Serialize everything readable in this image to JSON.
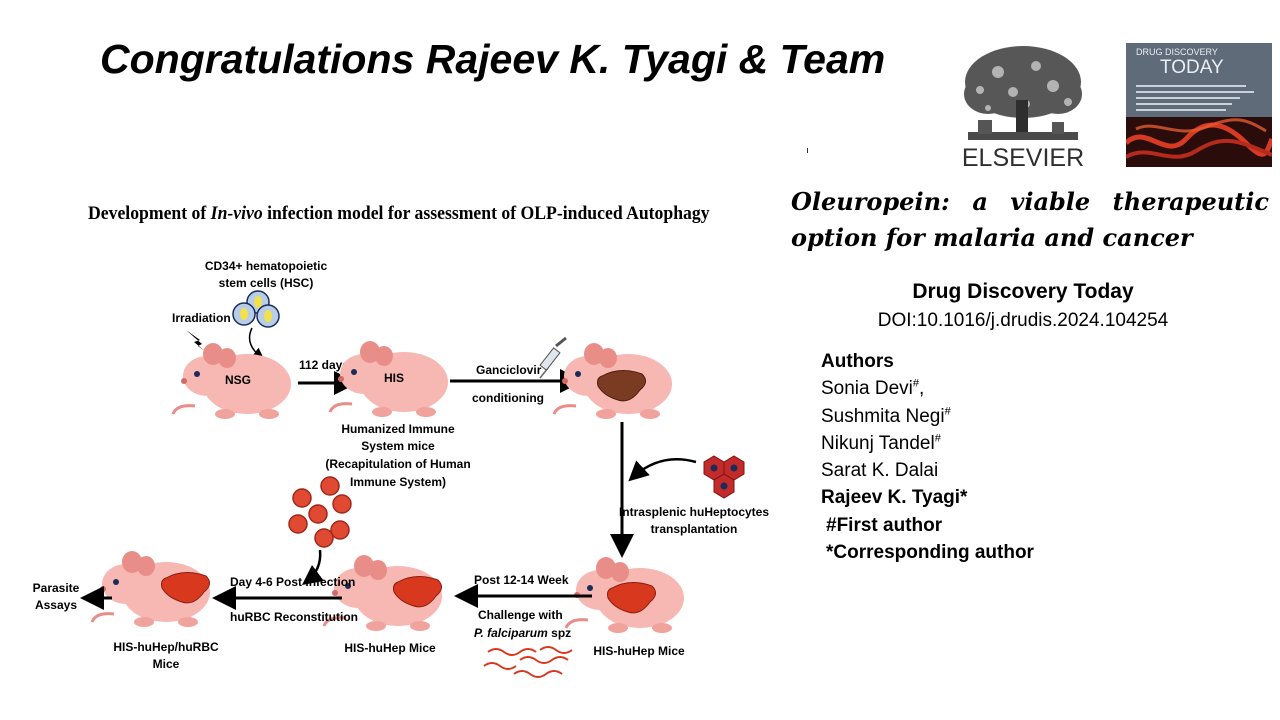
{
  "slide": {
    "title": "Congratulations Rajeev K. Tyagi & Team",
    "logo_text": "ELSEVIER",
    "cover": {
      "journal_line1": "DRUG DISCOVERY",
      "journal_line2": "TODAY"
    }
  },
  "diagram": {
    "title_pre": "Development of ",
    "title_em": "In-vivo",
    "title_post": " infection model for assessment of OLP-induced Autophagy",
    "labels": {
      "hsc_line1": "CD34+ hematopoietic",
      "hsc_line2": "stem cells (HSC)",
      "irradiation": "Irradiation",
      "nsg": "NSG",
      "days": "112 days",
      "his": "HIS",
      "ganciclovir": "Ganciclovir",
      "conditioning": "conditioning",
      "his_desc1": "Humanized Immune",
      "his_desc2": "System mice",
      "his_desc3": "(Recapitulation of Human",
      "his_desc4": "Immune System)",
      "transplant1": "Intrasplenic huHeptocytes",
      "transplant2": "transplantation",
      "post_week": "Post 12-14 Week",
      "challenge1": "Challenge with",
      "challenge2_em": "P. falciparum",
      "challenge2_rest": " spz",
      "day_post": "Day 4-6 Post infection",
      "rbc_recon": "huRBC Reconstitution",
      "hishuhep_right": "HIS-huHep Mice",
      "hishuhep_mid": "HIS-huHep Mice",
      "final1": "HIS-huHep/huRBC",
      "final2": "Mice",
      "parasite1": "Parasite",
      "parasite2": "Assays"
    }
  },
  "paper": {
    "title_line1": "Oleuropein: a viable therapeutic",
    "title_line2": "option for malaria and cancer",
    "journal": "Drug Discovery  Today",
    "doi": "DOI:10.1016/j.drudis.2024.104254",
    "authors_heading": "Authors",
    "authors": [
      {
        "name": "Sonia Devi",
        "mark": "#",
        "suffix": ","
      },
      {
        "name": "Sushmita Negi",
        "mark": "#",
        "suffix": ""
      },
      {
        "name": "Nikunj Tandel",
        "mark": "#",
        "suffix": ""
      },
      {
        "name": "Sarat K. Dalai",
        "mark": "",
        "suffix": ""
      }
    ],
    "corresponding": "Rajeev K. Tyagi*",
    "note_first": "#First author",
    "note_corresponding": "*Corresponding author"
  },
  "colors": {
    "mouse_body": "#f7b7b3",
    "mouse_ear": "#e98d89",
    "liver": "#d8381d",
    "rbc": "#e04a32",
    "hepatocyte": "#c32a2a",
    "cover_bg": "#5f6b78",
    "cover_red": "#b62a1e"
  }
}
